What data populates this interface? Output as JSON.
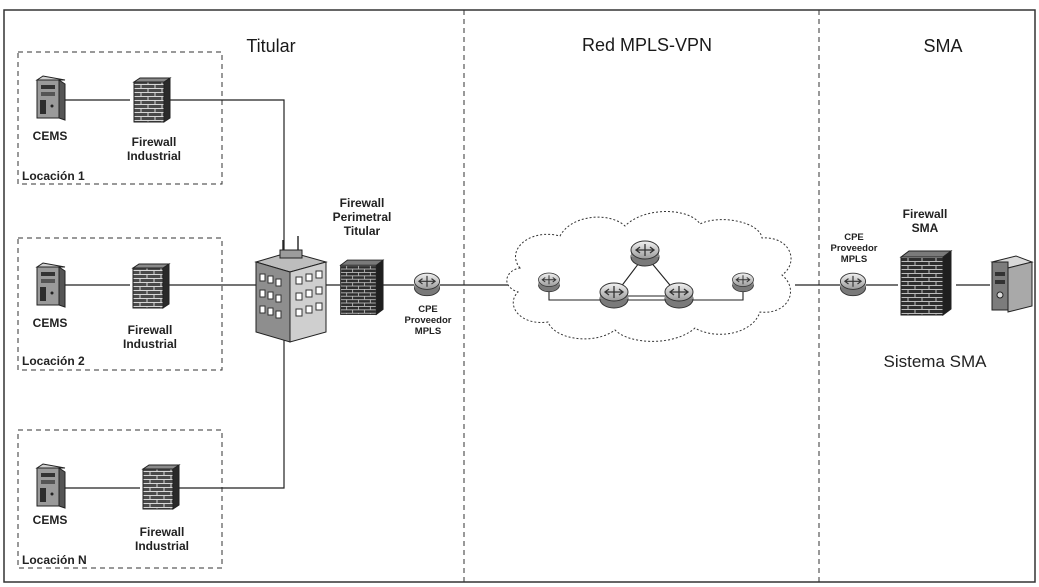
{
  "sections": {
    "titular": "Titular",
    "mpls": "Red MPLS-VPN",
    "sma": "SMA"
  },
  "locations": [
    {
      "name": "Locación 1",
      "server": "CEMS",
      "firewall": "Firewall\nIndustrial"
    },
    {
      "name": "Locación 2",
      "server": "CEMS",
      "firewall": "Firewall\nIndustrial"
    },
    {
      "name": "Locación N",
      "server": "CEMS",
      "firewall": "Firewall\nIndustrial"
    }
  ],
  "titular_nodes": {
    "perimeter_firewall": "Firewall\nPerimetral\nTitular",
    "cpe": "CPE\nProveedor\nMPLS"
  },
  "sma_nodes": {
    "cpe": "CPE\nProveedor\nMPLS",
    "firewall": "Firewall\nSMA",
    "system": "Sistema SMA"
  },
  "icons": [
    "server-icon",
    "firewall-icon",
    "building-icon",
    "router-icon",
    "cloud-icon"
  ],
  "colors": {
    "line": "#222222",
    "border": "#333333"
  }
}
